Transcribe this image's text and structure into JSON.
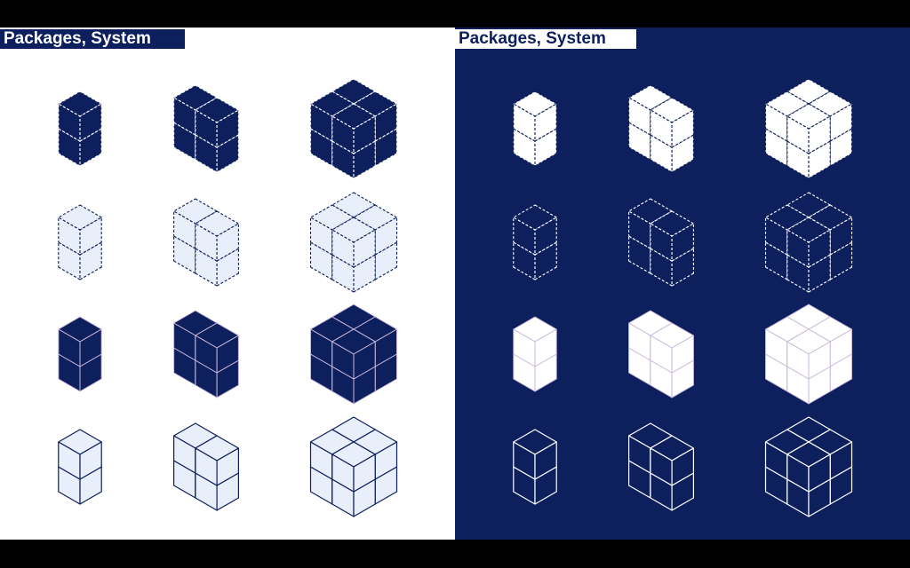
{
  "panels": [
    {
      "title": "Packages, System",
      "background": "#ffffff",
      "title_background": "#0d1f5c",
      "title_color": "#ffffff"
    },
    {
      "title": "Packages, System",
      "background": "#0d1f5c",
      "title_background": "#ffffff",
      "title_color": "#0d1f5c"
    }
  ],
  "cube_grid": {
    "columns": [
      "2-cube stack",
      "4-cube block",
      "8-cube block"
    ],
    "rows": [
      {
        "name": "filled-dashed"
      },
      {
        "name": "outline-dashed"
      },
      {
        "name": "filled-solid"
      },
      {
        "name": "outline-solid"
      }
    ]
  },
  "colors": {
    "navy": "#0d1f5c",
    "white": "#ffffff",
    "pale_blue": "#e8effb",
    "edge": "#c9b8dc"
  }
}
